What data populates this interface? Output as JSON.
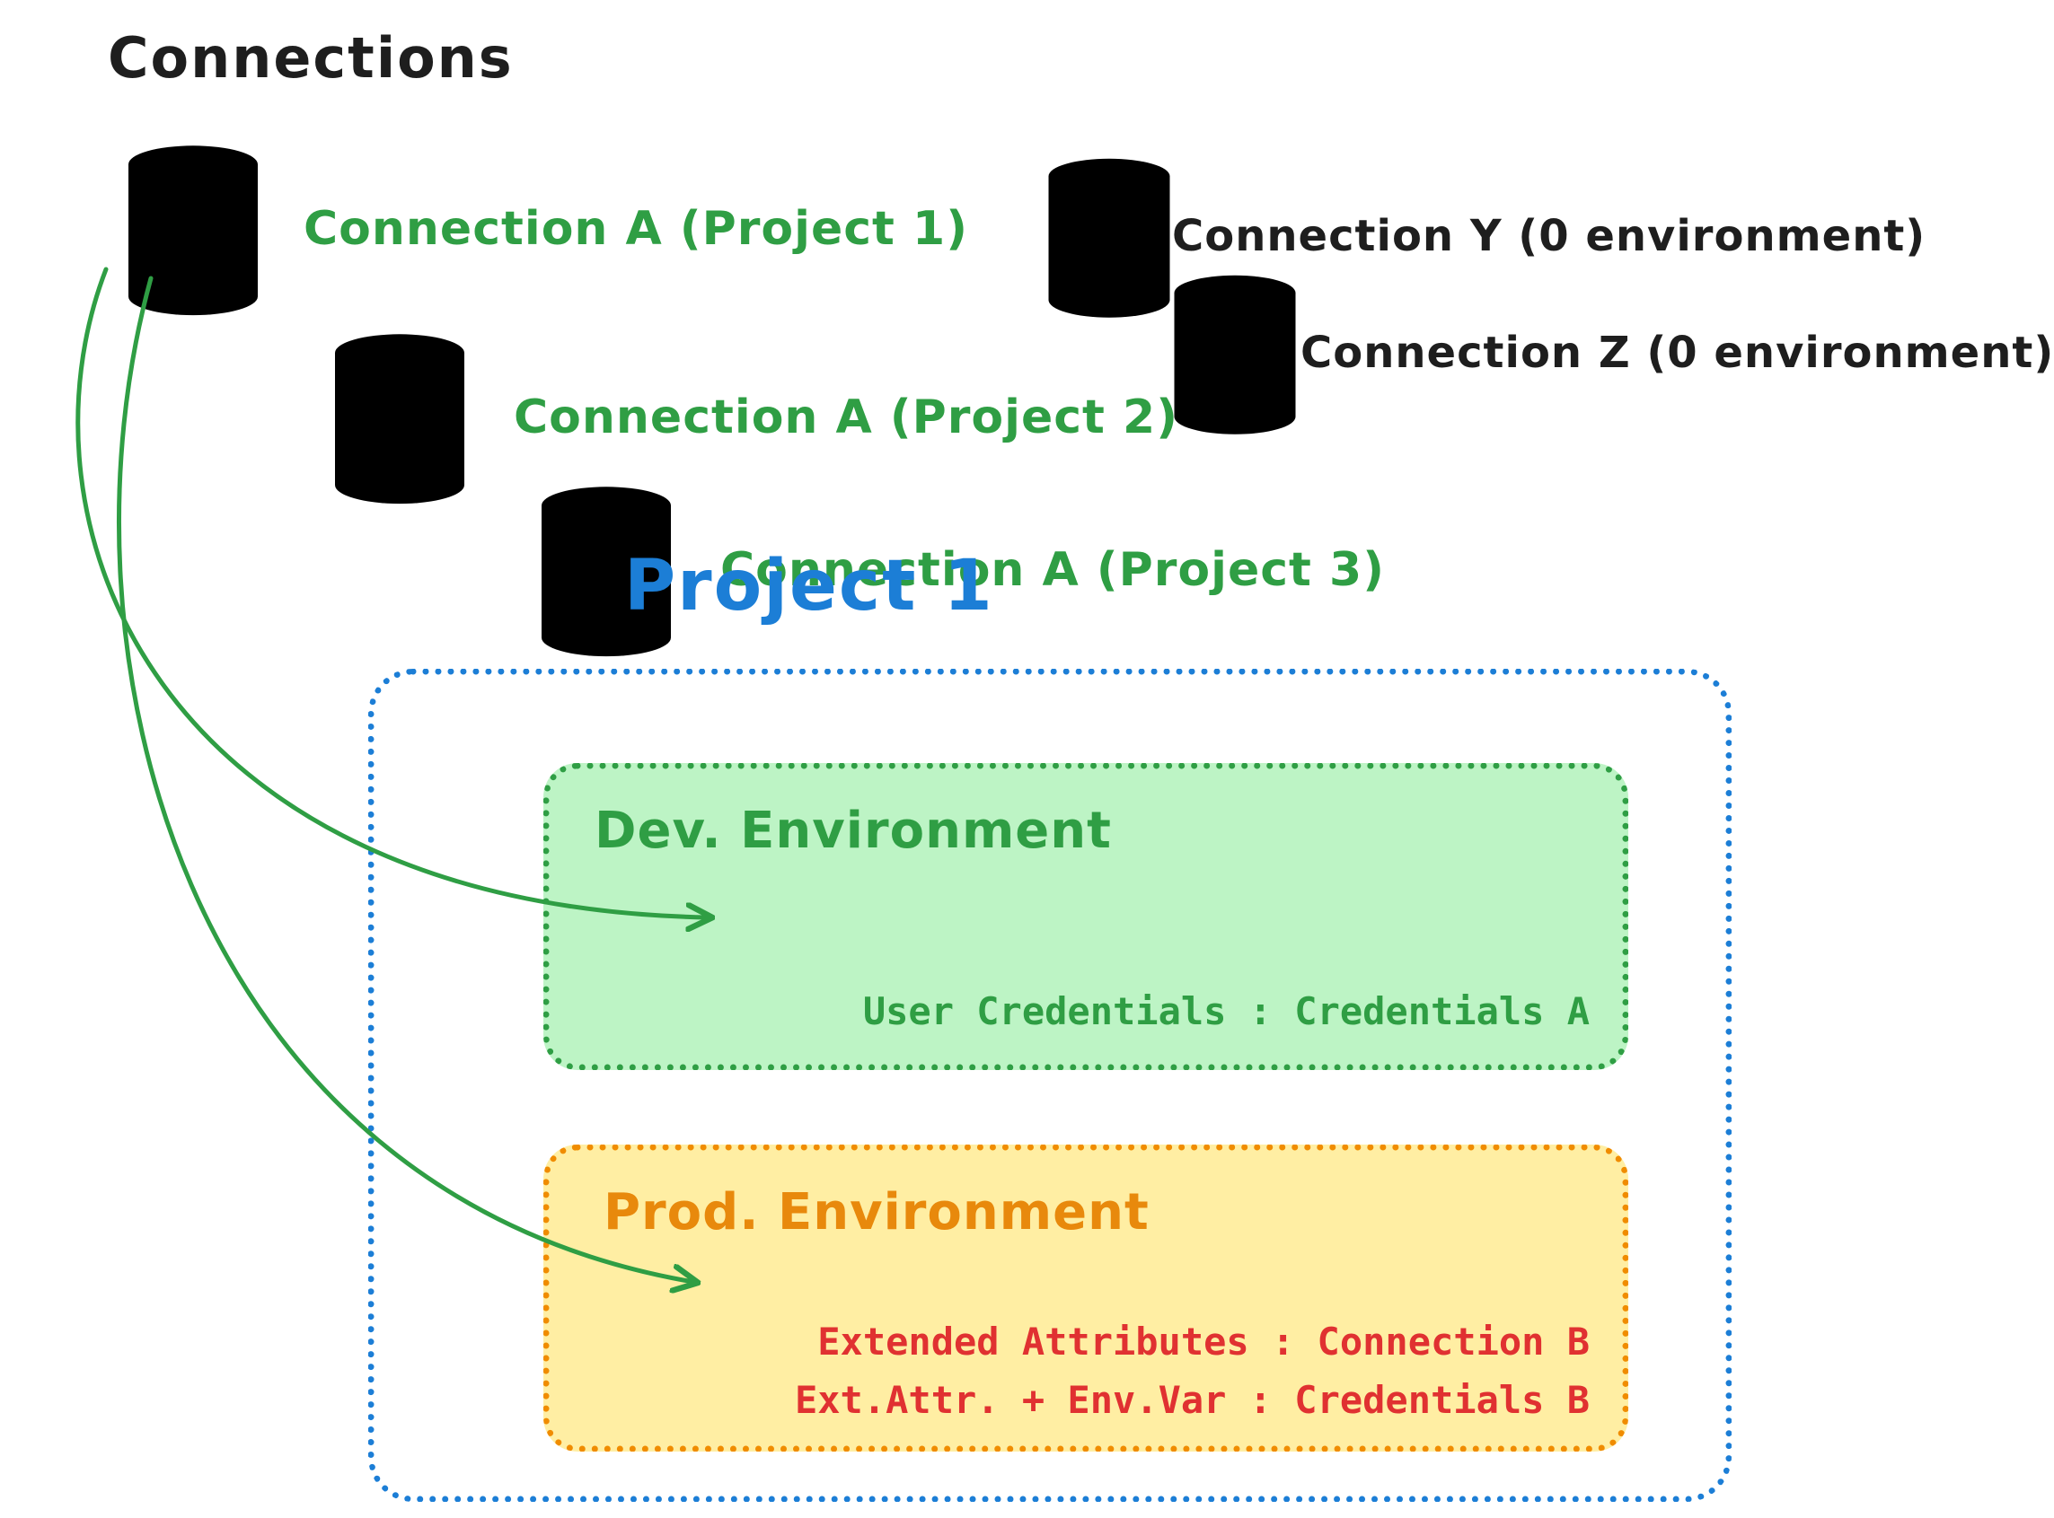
{
  "diagram_title": "Connections",
  "green_connections": [
    {
      "label": "Connection A (Project 1)"
    },
    {
      "label": "Connection A (Project 2)"
    },
    {
      "label": "Connection A (Project 3)"
    }
  ],
  "gray_connections": [
    {
      "label": "Connection Y (0 environment)"
    },
    {
      "label": "Connection Z (0 environment)"
    }
  ],
  "project": {
    "title": "Project 1",
    "dev_environment": {
      "title": "Dev. Environment",
      "mapping": "User Credentials : Credentials A"
    },
    "prod_environment": {
      "title": "Prod. Environment",
      "mappings": [
        "Extended Attributes : Connection B",
        "Ext.Attr. + Env.Var : Credentials B"
      ]
    }
  },
  "colors": {
    "green": "#2f9e44",
    "green_fill": "#b2f2bb",
    "gray": "#495057",
    "gray_fill": "#ced4da",
    "blue": "#1c7ed6",
    "orange": "#f08c00",
    "orange_fill": "#ffec99",
    "red": "#e03131",
    "text": "#1e1e1e"
  }
}
